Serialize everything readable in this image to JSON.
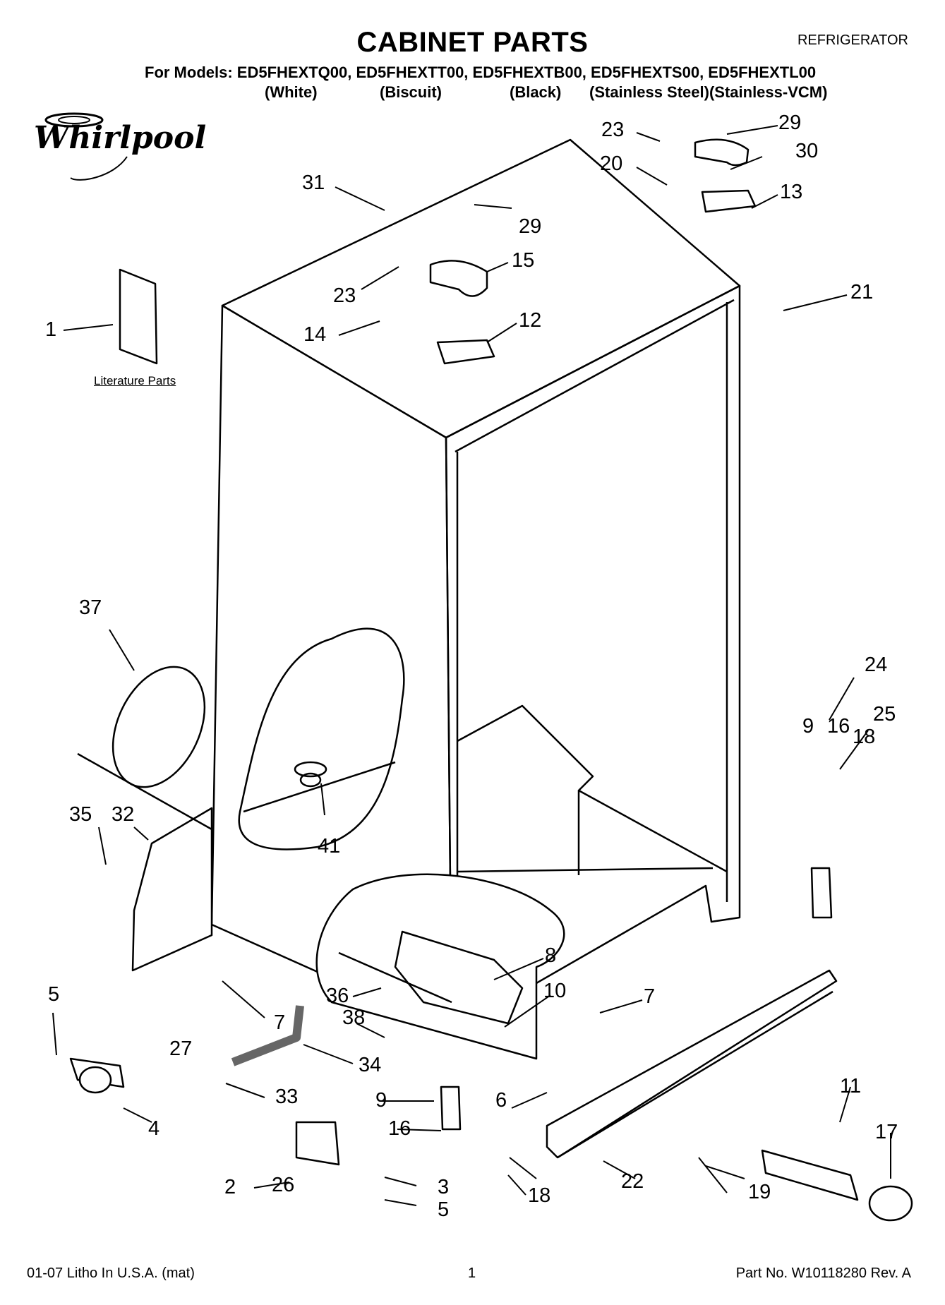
{
  "header": {
    "title": "CABINET PARTS",
    "appliance": "REFRIGERATOR",
    "models_line": "For Models: ED5FHEXTQ00, ED5FHEXTT00, ED5FHEXTB00, ED5FHEXTS00, ED5FHEXTL00",
    "colors": [
      "(White)",
      "(Biscuit)",
      "(Black)",
      "(Stainless Steel)(Stainless-VCM)"
    ]
  },
  "brand": {
    "logo_text": "Whirlpool"
  },
  "literature_label": "Literature Parts",
  "callouts": [
    "1",
    "2",
    "3",
    "4",
    "5",
    "5",
    "6",
    "7",
    "7",
    "8",
    "9",
    "9",
    "10",
    "11",
    "12",
    "13",
    "14",
    "15",
    "16",
    "16",
    "17",
    "18",
    "18",
    "19",
    "20",
    "21",
    "22",
    "23",
    "23",
    "24",
    "25",
    "26",
    "27",
    "29",
    "29",
    "30",
    "31",
    "32",
    "33",
    "34",
    "35",
    "36",
    "37",
    "38",
    "41"
  ],
  "footer": {
    "litho": "01-07 Litho In U.S.A. (mat)",
    "page": "1",
    "part_no": "Part No. W10118280 Rev. A"
  }
}
